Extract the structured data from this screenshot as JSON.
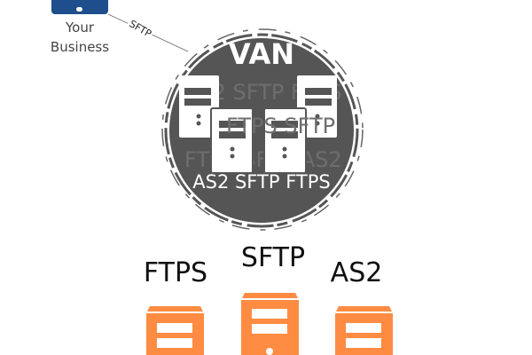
{
  "business": {
    "label_line1": "Your",
    "label_line2": "Business",
    "icon": "building-icon",
    "color": "#1f4e8c"
  },
  "connection": {
    "label": "SFTP"
  },
  "van": {
    "title": "VAN",
    "subtitle": "AS2 SFTP FTPS",
    "watermark": [
      "AS2 SFTP FTPS",
      "FTPS SFTP",
      "FTPS SFTP AS2"
    ],
    "color": "#555555"
  },
  "protocols": [
    {
      "label": "FTPS",
      "color": "#ff8c42"
    },
    {
      "label": "SFTP",
      "color": "#ff8c42"
    },
    {
      "label": "AS2",
      "color": "#ff8c42"
    }
  ]
}
